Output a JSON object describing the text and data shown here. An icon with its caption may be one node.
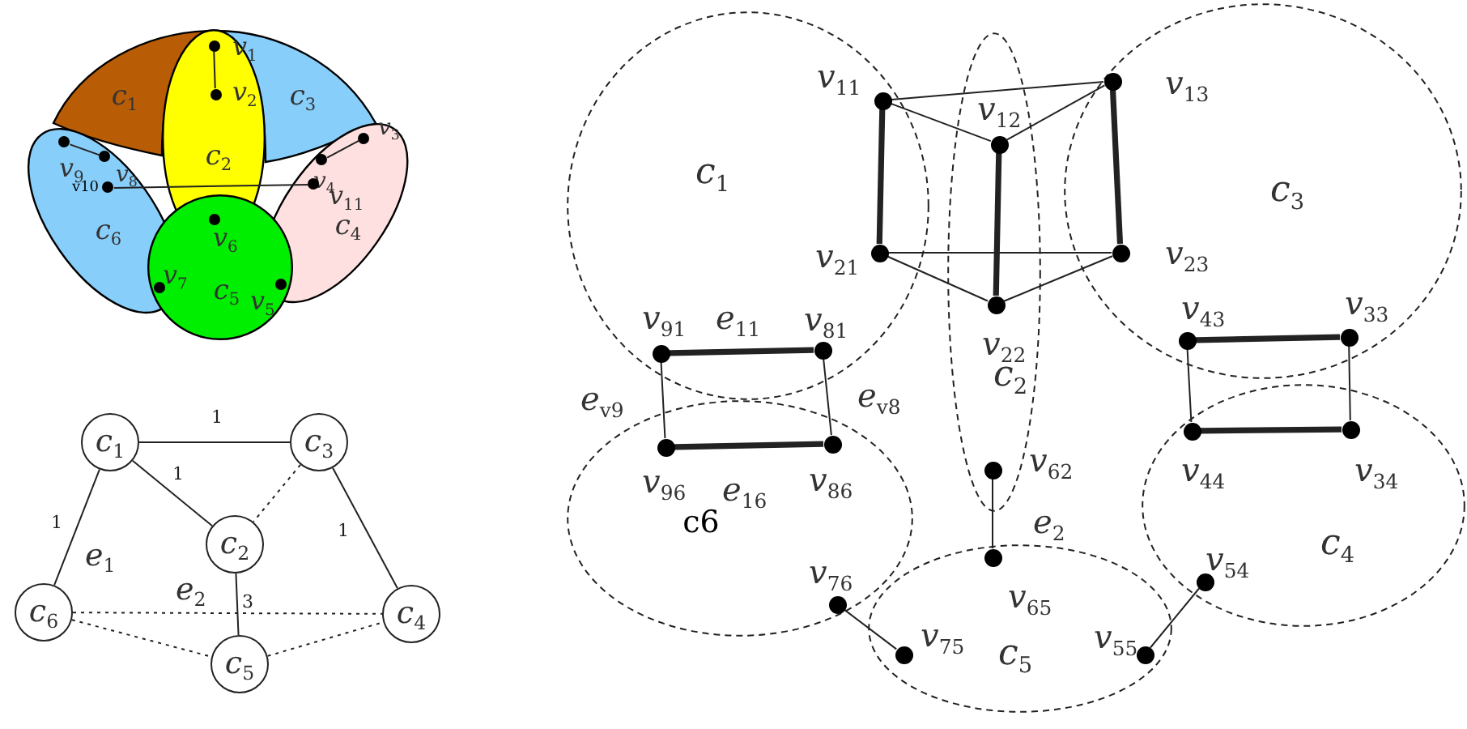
{
  "diagram": {
    "nodes": [
      {
        "text": [
          "c$_{1}$"
        ]
      },
      {
        "text": [
          "c$_{2}$"
        ]
      },
      {
        "text": [
          "c$_{3}$"
        ]
      },
      {
        "text": [
          "c$_{4}$"
        ]
      },
      {
        "text": [
          "c$_{5}$"
        ]
      },
      {
        "text": [
          "c$_{6}$"
        ]
      },
      {
        "text": [
          "v$_{1}$"
        ],
        "in": 1
      },
      {
        "text": [
          "v$_{2}$"
        ],
        "in": 1
      },
      {
        "text": [
          "v$_{3}$"
        ],
        "in": 3
      },
      {
        "text": [
          "v$_{4}$"
        ],
        "in": 3
      },
      {
        "text": [
          "v$_{9}$"
        ],
        "in": 5
      },
      {
        "text": [
          "v$_{8}$"
        ],
        "in": 5
      },
      {
        "text": [
          "v10"
        ],
        "in": 5
      },
      {
        "text": [
          "v$_{11}$"
        ],
        "in": 3
      },
      {
        "text": [
          "v$_{6}$"
        ]
      },
      {
        "text": [
          "v$_{7}$"
        ]
      },
      {
        "text": [
          "v$_{5}$"
        ]
      },
      {
        "text": [
          "c$_{1}$"
        ]
      },
      {
        "text": [
          "c$_{3}$"
        ]
      },
      {
        "text": [
          "c$_{2}$"
        ]
      },
      {
        "text": [
          "c$_{6}$"
        ]
      },
      {
        "text": [
          "c$_{4}$"
        ]
      },
      {
        "text": [
          "c$_{5}$"
        ]
      },
      {
        "text": [
          "c$_{1}$"
        ]
      },
      {
        "text": [
          "c$_{2}$"
        ]
      },
      {
        "text": [
          "c$_{3}$"
        ]
      },
      {
        "text": [
          "c6"
        ]
      },
      {
        "text": [
          "c$_{4}$"
        ]
      },
      {
        "text": [
          "c$_{5}$"
        ]
      },
      {
        "text": [
          "v$_{11}$"
        ],
        "in": 23
      },
      {
        "text": [
          "v$_{12}$"
        ],
        "in": 24
      },
      {
        "text": [
          "v$_{13}$"
        ],
        "in": 25
      },
      {
        "text": [
          "v$_{21}$"
        ],
        "in": 23
      },
      {
        "text": [
          "v$_{22}$"
        ],
        "in": 24
      },
      {
        "text": [
          "v$_{23}$"
        ],
        "in": 25
      },
      {
        "text": [
          "v$_{91}$"
        ],
        "in": 23
      },
      {
        "text": [
          "v$_{81}$"
        ],
        "in": 23
      },
      {
        "text": [
          "v$_{43}$"
        ],
        "in": 25
      },
      {
        "text": [
          "v$_{33}$"
        ],
        "in": 25
      },
      {
        "text": [
          "v$_{96}$"
        ],
        "in": 26
      },
      {
        "text": [
          "v$_{86}$"
        ],
        "in": 26
      },
      {
        "text": [
          "v$_{44}$"
        ],
        "in": 27
      },
      {
        "text": [
          "v$_{34}$"
        ],
        "in": 27
      },
      {
        "text": [
          "v$_{62}$"
        ],
        "in": 24
      },
      {
        "text": [
          "v$_{65}$"
        ],
        "in": 28
      },
      {
        "text": [
          "v$_{76}$"
        ],
        "in": 26
      },
      {
        "text": [
          "v$_{75}$"
        ],
        "in": 28
      },
      {
        "text": [
          "v$_{54}$"
        ],
        "in": 27
      },
      {
        "text": [
          "v$_{55}$"
        ],
        "in": 28
      }
    ],
    "edges": [
      {
        "from": 6,
        "to": 7,
        "arrow": "none"
      },
      {
        "from": 10,
        "to": 11,
        "arrow": "none"
      },
      {
        "from": 12,
        "to": 13,
        "arrow": "none"
      },
      {
        "from": 9,
        "to": 8,
        "arrow": "none"
      },
      {
        "from": 17,
        "to": 18,
        "arrow": "none",
        "label": "1"
      },
      {
        "from": 17,
        "to": 19,
        "arrow": "none",
        "label": "1"
      },
      {
        "from": 17,
        "to": 20,
        "arrow": "none",
        "label": "1"
      },
      {
        "from": 18,
        "to": 19,
        "arrow": "none",
        "style": "dashed"
      },
      {
        "from": 18,
        "to": 21,
        "arrow": "none",
        "label": "1"
      },
      {
        "from": 19,
        "to": 22,
        "arrow": "none",
        "label": "3"
      },
      {
        "from": 20,
        "to": 21,
        "arrow": "none",
        "style": "dashed"
      },
      {
        "from": 20,
        "to": 22,
        "arrow": "none",
        "style": "dashed"
      },
      {
        "from": 22,
        "to": 21,
        "arrow": "none",
        "style": "dashed"
      },
      {
        "from": 29,
        "to": 31,
        "arrow": "none"
      },
      {
        "from": 29,
        "to": 30,
        "arrow": "none"
      },
      {
        "from": 30,
        "to": 31,
        "arrow": "none"
      },
      {
        "from": 29,
        "to": 32,
        "arrow": "none",
        "style": "thick"
      },
      {
        "from": 30,
        "to": 33,
        "arrow": "none",
        "style": "thick"
      },
      {
        "from": 31,
        "to": 34,
        "arrow": "none",
        "style": "thick"
      },
      {
        "from": 32,
        "to": 34,
        "arrow": "none"
      },
      {
        "from": 32,
        "to": 33,
        "arrow": "none"
      },
      {
        "from": 33,
        "to": 34,
        "arrow": "none"
      },
      {
        "from": 35,
        "to": 36,
        "arrow": "none",
        "style": "thick"
      },
      {
        "from": 35,
        "to": 39,
        "arrow": "none"
      },
      {
        "from": 36,
        "to": 40,
        "arrow": "none"
      },
      {
        "from": 39,
        "to": 40,
        "arrow": "none",
        "style": "thick"
      },
      {
        "from": 37,
        "to": 38,
        "arrow": "none",
        "style": "thick"
      },
      {
        "from": 37,
        "to": 41,
        "arrow": "none"
      },
      {
        "from": 38,
        "to": 42,
        "arrow": "none"
      },
      {
        "from": 41,
        "to": 42,
        "arrow": "none",
        "style": "thick"
      },
      {
        "from": 43,
        "to": 44,
        "arrow": "none"
      },
      {
        "from": 45,
        "to": 46,
        "arrow": "none"
      },
      {
        "from": 47,
        "to": 48,
        "arrow": "none"
      }
    ],
    "labels": [
      "e$_{1}$",
      "e$_{2}$",
      "e$_{11}$",
      "e$_{v9}$",
      "e$_{v8}$",
      "e$_{16}$",
      "e$_{2}$"
    ]
  }
}
